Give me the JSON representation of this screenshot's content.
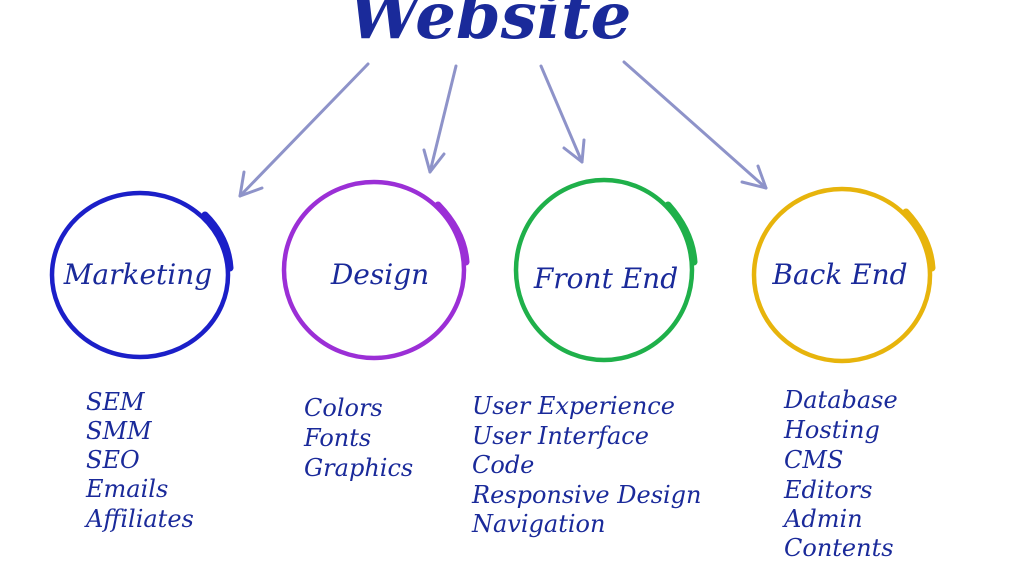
{
  "title": "Website",
  "nodes": [
    {
      "label": "Marketing",
      "color": "#1b1fc8",
      "items": [
        "SEM",
        "SMM",
        "SEO",
        "Emails",
        "Affiliates"
      ]
    },
    {
      "label": "Design",
      "color": "#9b2fd6",
      "items": [
        "Colors",
        "Fonts",
        "Graphics"
      ]
    },
    {
      "label": "Front End",
      "color": "#1fb04a",
      "items": [
        "User Experience",
        "User Interface",
        "Code",
        "Responsive Design",
        "Navigation"
      ]
    },
    {
      "label": "Back End",
      "color": "#e7b40c",
      "items": [
        "Database",
        "Hosting",
        "CMS",
        "Editors",
        "Admin",
        "Contents"
      ]
    }
  ],
  "colors": {
    "text": "#1a2a9a",
    "arrow": "#8e93c9"
  }
}
